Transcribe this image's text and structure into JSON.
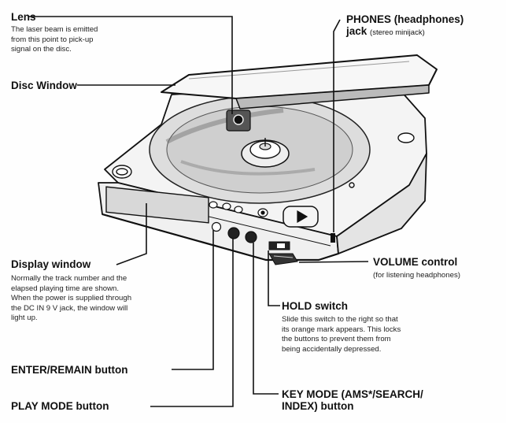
{
  "callouts": {
    "lens": {
      "title": "Lens",
      "desc": [
        "The laser beam is emitted",
        "from this point to pick-up",
        "signal on the disc."
      ]
    },
    "disc_window": {
      "title": "Disc Window"
    },
    "phones": {
      "title_line1": "PHONES (headphones)",
      "title_line2_bold": "jack",
      "title_line2_note": "(stereo minijack)"
    },
    "display_window": {
      "title": "Display window",
      "desc": [
        "Normally the track number and the",
        "elapsed playing time are shown.",
        "When the power is supplied through",
        "the DC IN 9 V jack, the window will",
        "light up."
      ]
    },
    "volume": {
      "title": "VOLUME control",
      "note": "(for listening headphones)"
    },
    "hold": {
      "title": "HOLD switch",
      "desc": [
        "Slide this switch to the right so that",
        "its orange mark appears. This locks",
        "the buttons to prevent them from",
        "being accidentally depressed."
      ]
    },
    "enter_remain": {
      "title": "ENTER/REMAIN button"
    },
    "play_mode": {
      "title": "PLAY MODE button"
    },
    "key_mode": {
      "title_line1": "KEY MODE (AMS*/SEARCH/",
      "title_line2": "INDEX) button"
    }
  }
}
